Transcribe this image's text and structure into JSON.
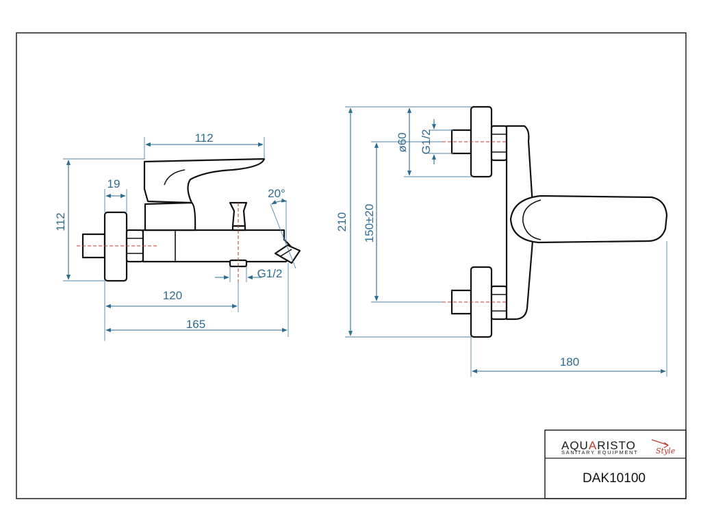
{
  "drawing": {
    "side_view": {
      "dimensions": {
        "handle_width": "112",
        "flange_thickness": "19",
        "height": "112",
        "angle": "20°",
        "outlet_thread": "G1/2",
        "inlet_to_outlet": "120",
        "total_length": "165"
      }
    },
    "front_view": {
      "dimensions": {
        "total_height": "210",
        "inlet_spacing": "150±20",
        "flange_diameter": "ø60",
        "inlet_thread": "G1/2",
        "total_width": "180"
      }
    }
  },
  "title_block": {
    "brand_pre": "AQU",
    "brand_a": "A",
    "brand_post": "RISTO",
    "brand_style": "Style",
    "tagline": "SANITARY EQUIPMENT",
    "product_code": "DAK10100"
  },
  "colors": {
    "dimension": "#2d6b8f",
    "axis": "#c0392b",
    "outline": "#111111",
    "brand_accent": "#c0392b"
  }
}
